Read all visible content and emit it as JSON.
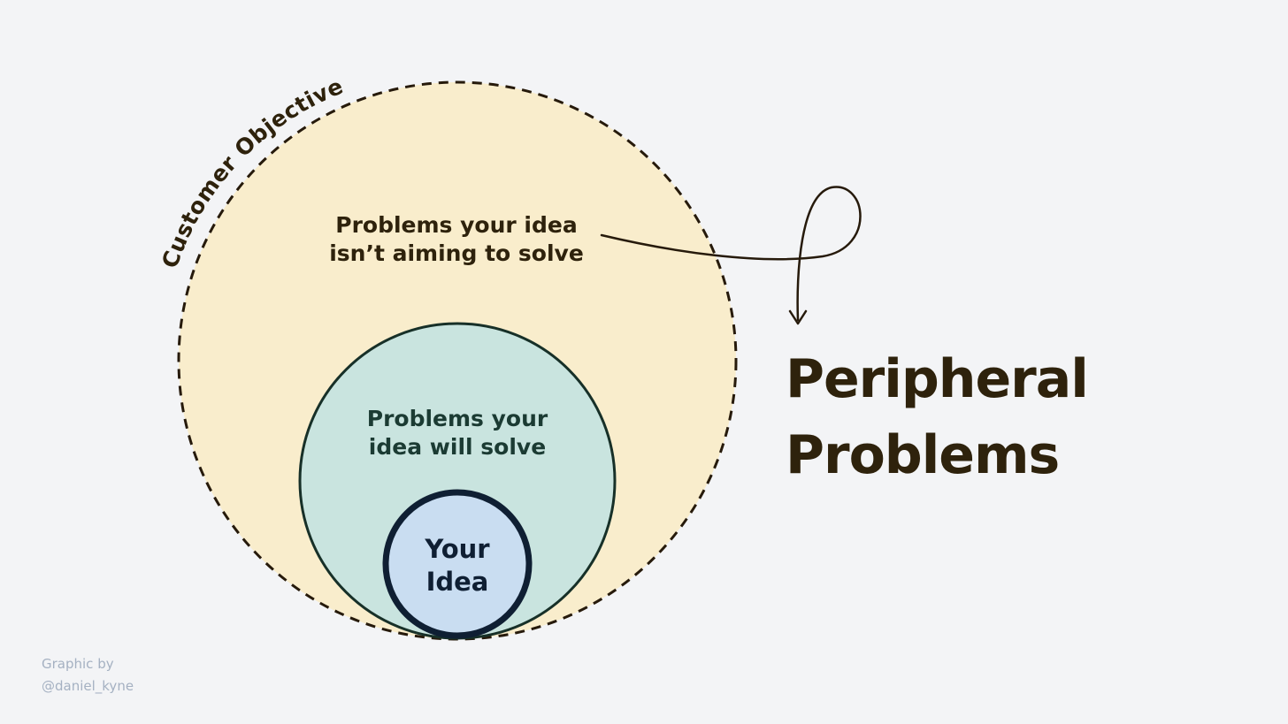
{
  "diagram": {
    "outer_arc_label": "Customer Objective",
    "outer_label_line1": "Problems your idea",
    "outer_label_line2": "isn’t aiming to solve",
    "middle_label_line1": "Problems your",
    "middle_label_line2": "idea will solve",
    "inner_label_line1": "Your",
    "inner_label_line2": "Idea",
    "colors": {
      "background": "#f3f4f6",
      "outer_fill": "#f9edcc",
      "middle_fill": "#c9e4df",
      "inner_fill": "#c9ddf1",
      "outer_stroke": "#261a0b",
      "middle_stroke": "#173028",
      "inner_stroke": "#0f1f33",
      "text_dark": "#2e220c",
      "text_green": "#1b3b33",
      "text_navy": "#0f1f33",
      "credit": "#a5b1c2"
    }
  },
  "heading": {
    "line1": "Peripheral",
    "line2": "Problems"
  },
  "credit": {
    "line1": "Graphic by",
    "line2": "@daniel_kyne"
  }
}
